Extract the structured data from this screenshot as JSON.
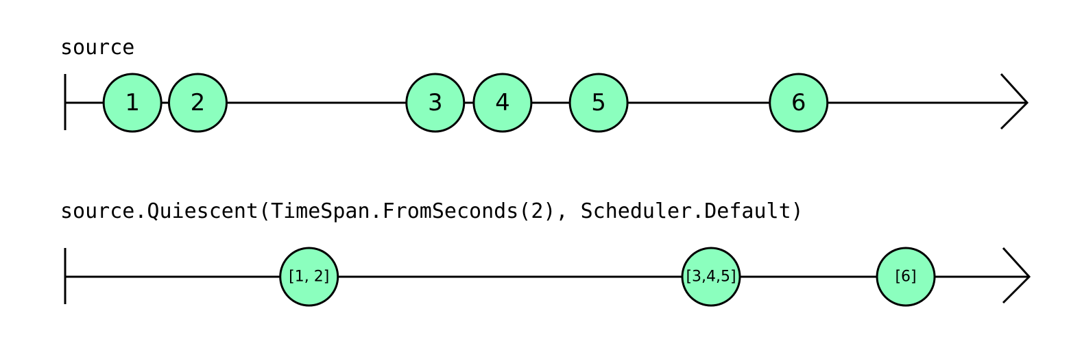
{
  "timelines": [
    {
      "label": "source",
      "marbles": [
        {
          "text": "1",
          "t": 0.07
        },
        {
          "text": "2",
          "t": 0.138
        },
        {
          "text": "3",
          "t": 0.385
        },
        {
          "text": "4",
          "t": 0.455
        },
        {
          "text": "5",
          "t": 0.555
        },
        {
          "text": "6",
          "t": 0.763
        }
      ]
    },
    {
      "label": "source.Quiescent(TimeSpan.FromSeconds(2), Scheduler.Default)",
      "marbles": [
        {
          "text": "[1, 2]",
          "t": 0.253
        },
        {
          "text": "[3,4,5]",
          "t": 0.67
        },
        {
          "text": "[6]",
          "t": 0.872
        }
      ]
    }
  ],
  "colors": {
    "marble_fill": "#8bffbe",
    "stroke": "#000000",
    "background": "#ffffff"
  }
}
